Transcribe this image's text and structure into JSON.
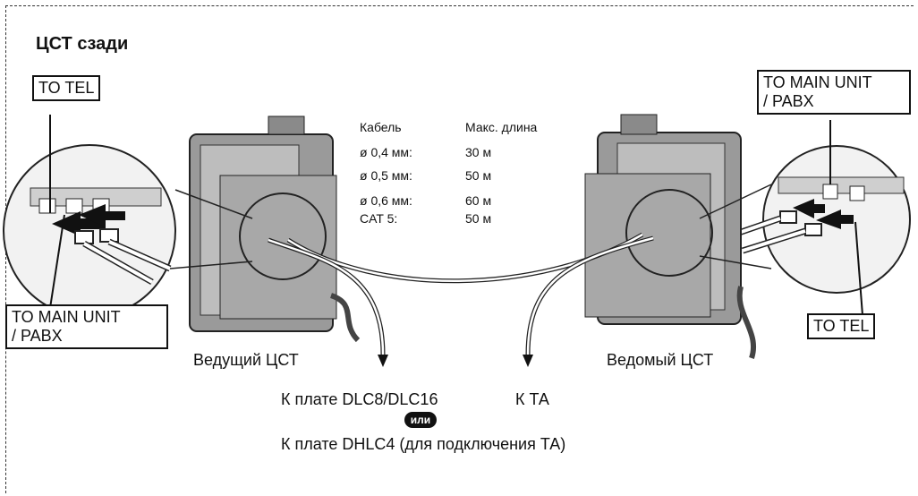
{
  "title": "ЦСТ сзади",
  "labels": {
    "to_tel_left": "TO TEL",
    "to_main_left": "TO MAIN UNIT\n/ PABX",
    "to_main_right": "TO MAIN UNIT\n/ PABX",
    "to_tel_right": "TO TEL"
  },
  "cable_table": {
    "headers": [
      "Кабель",
      "Макс. длина"
    ],
    "rows": [
      {
        "cable": "ø 0,4 мм:",
        "length": "30 м"
      },
      {
        "cable": "ø 0,5 мм:",
        "length": "50 м"
      },
      {
        "cable": "ø 0,6 мм:",
        "length": "60 м"
      },
      {
        "cable": "CAT 5:",
        "length": "50 м"
      }
    ]
  },
  "captions": {
    "master": "Ведущий ЦСТ",
    "slave": "Ведомый ЦСТ",
    "to_dlc": "К плате DLC8/DLC16",
    "to_ta": "К ТА",
    "or": "или",
    "to_dhlc": "К плате DHLC4 (для подключения ТА)"
  }
}
